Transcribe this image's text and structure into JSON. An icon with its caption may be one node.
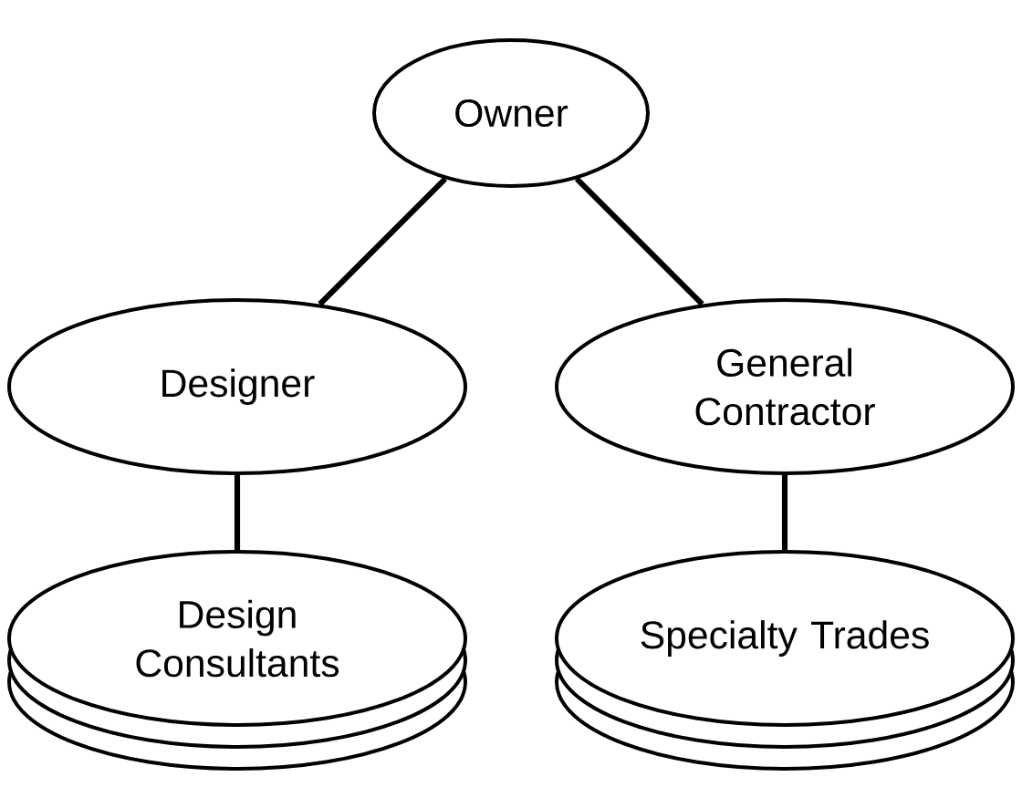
{
  "diagram": {
    "nodes": [
      {
        "text": [
          "Owner"
        ]
      },
      {
        "text": [
          "Designer"
        ]
      },
      {
        "text": [
          "General Contractor"
        ]
      },
      {
        "text": [
          "Design Consultants"
        ]
      },
      {
        "text": [
          "Specialty Trades"
        ]
      }
    ],
    "edges": [
      {
        "from": 0,
        "to": 1,
        "arrow": "none"
      },
      {
        "from": 0,
        "to": 2,
        "arrow": "none"
      },
      {
        "from": 1,
        "to": 3,
        "arrow": "none"
      },
      {
        "from": 2,
        "to": 4,
        "arrow": "none"
      }
    ]
  }
}
